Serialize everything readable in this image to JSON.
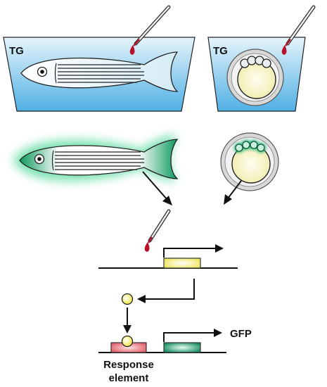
{
  "labels": {
    "tank_left": "TG",
    "tank_right": "TG",
    "gfp": "GFP",
    "response_line1": "Response",
    "response_line2": "element"
  },
  "colors": {
    "water_top": "#d8eef8",
    "water_bottom": "#5bb6e6",
    "fish_green": "#10a86a",
    "glow": "#6fe0a8",
    "drop_red": "#b8102a",
    "yellow_box": "#f2ee70",
    "pink_box": "#e9707a",
    "green_box": "#1e8f66",
    "yolk": "#f8f6c8"
  },
  "icons": {
    "dropper": "pipette-icon",
    "arrow": "arrow-icon",
    "molecule": "ligand-circle-icon"
  }
}
